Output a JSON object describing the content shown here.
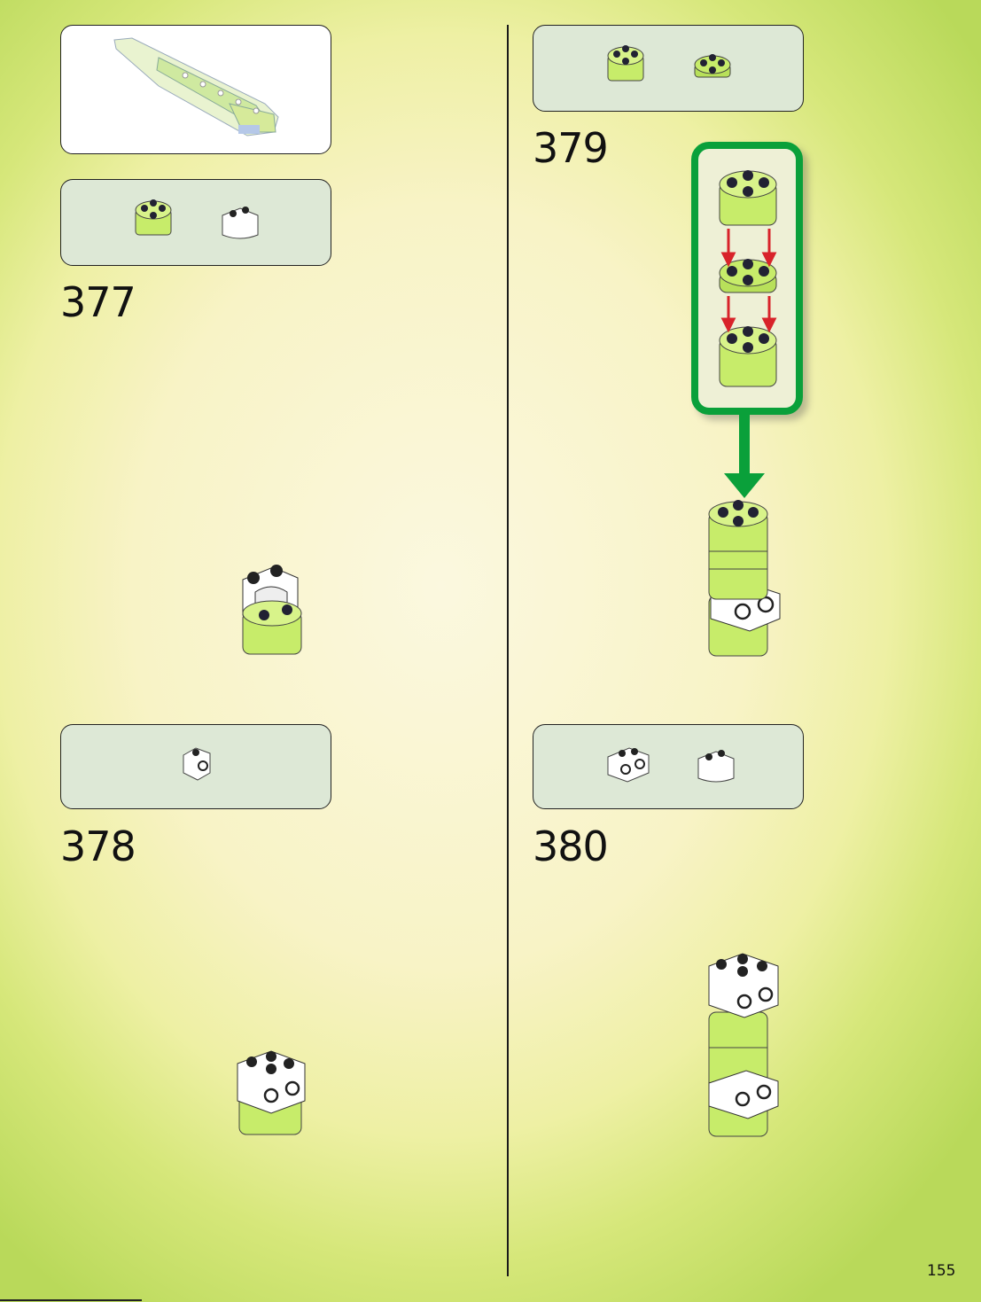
{
  "page_number": "155",
  "steps": [
    {
      "number": "377"
    },
    {
      "number": "378"
    },
    {
      "number": "379"
    },
    {
      "number": "380"
    }
  ],
  "colors": {
    "lime_trans": "#c7ec6a",
    "parts_box_bg": "#dde8d6",
    "callout_border": "#0aa03a",
    "arrow_red": "#d8232a",
    "arrow_green": "#0aa03a"
  },
  "icons": {
    "partial_model": "wing-assembly-icon",
    "round_brick": "round-brick-2x2-icon",
    "round_plate": "round-plate-2x2-icon",
    "curved_brick": "curved-slope-brick-icon",
    "side_stud_brick": "brick-1x1-side-stud-icon",
    "side_stud_brick_2": "brick-1x2-side-studs-icon"
  }
}
